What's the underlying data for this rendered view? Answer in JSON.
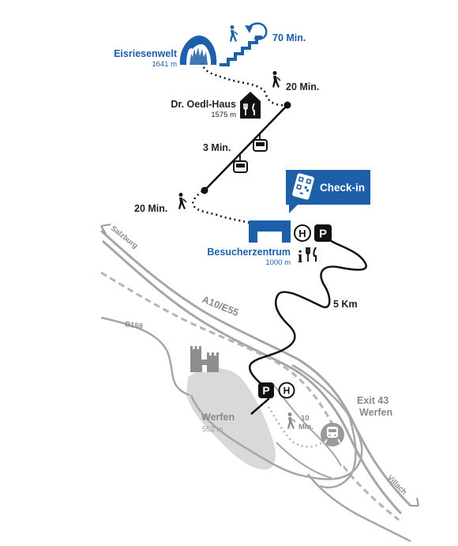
{
  "places": {
    "eisriesenwelt": {
      "name": "Eisriesenwelt",
      "elevation": "1641 m"
    },
    "oedl_haus": {
      "name": "Dr. Oedl-Haus",
      "elevation": "1575 m"
    },
    "besucherzentrum": {
      "name": "Besucherzentrum",
      "elevation": "1000 m"
    },
    "werfen": {
      "name": "Werfen",
      "elevation": "552 m"
    }
  },
  "times": {
    "stairs": "70 Min.",
    "upper_walk": "20 Min.",
    "cable_car": "3 Min.",
    "lower_walk": "20 Min.",
    "road": "5 Km",
    "station_walk_num": "10",
    "station_walk_unit": "Min."
  },
  "checkin": {
    "label": "Check-in"
  },
  "roads": {
    "motorway": "A10/E55",
    "b159": "B159",
    "salzburg": "Salzburg",
    "villach": "Villach",
    "exit_line1": "Exit 43",
    "exit_line2": "Werfen"
  },
  "symbols": {
    "parking": "P",
    "bus": "H",
    "info": "i"
  },
  "colors": {
    "brand_blue": "#1d5fa8",
    "road_grey": "#9a9a9a",
    "town_fill": "#d9d9d9",
    "line_black": "#111111"
  },
  "icons": [
    "cave-icon",
    "hiker-icon",
    "stairs-icon",
    "return-arrow-icon",
    "restaurant-icon",
    "cable-car-icon",
    "qr-phone-icon",
    "visitor-center-icon",
    "bus-stop-icon",
    "parking-icon",
    "info-icon",
    "castle-icon",
    "train-station-icon"
  ]
}
